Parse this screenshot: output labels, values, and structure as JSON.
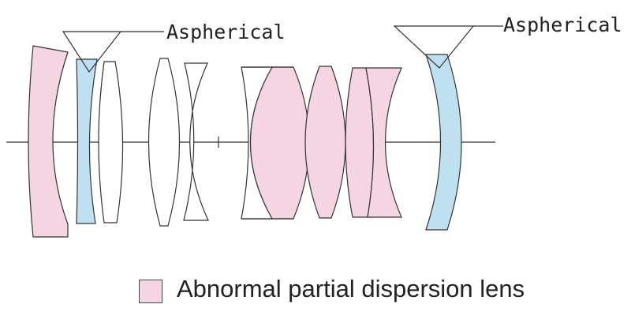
{
  "callouts": {
    "left_label": "Aspherical",
    "right_label": "Aspherical"
  },
  "legend": {
    "label": "Abnormal partial dispersion lens",
    "color": "#f6d5e2"
  },
  "colors": {
    "abnormal_dispersion": "#f6d5e2",
    "aspherical": "#bfe0f1",
    "standard": "#ffffff",
    "outline": "#333333"
  }
}
